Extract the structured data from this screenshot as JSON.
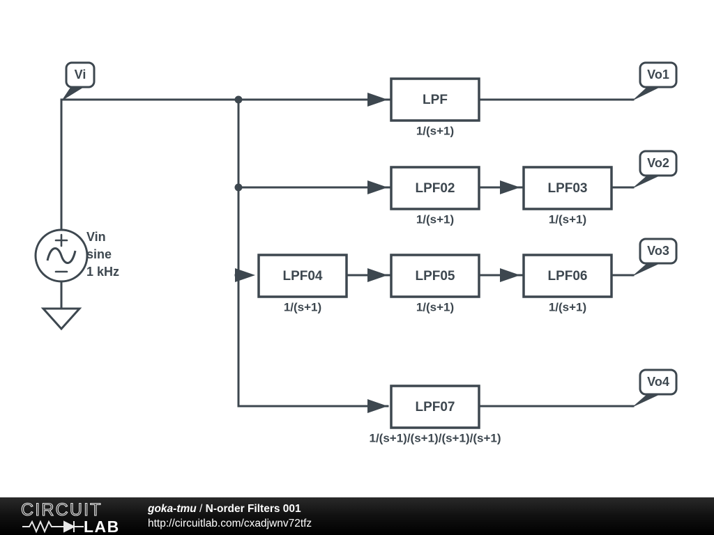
{
  "diagram": {
    "type": "block-diagram",
    "source": {
      "name": "Vin",
      "waveform": "sine",
      "frequency": "1 kHz",
      "symbol": "ac-voltage-source",
      "plus": "+",
      "minus": "–"
    },
    "ground": {
      "symbol": "ground"
    },
    "input_node": {
      "label": "Vi"
    },
    "output_nodes": [
      {
        "label": "Vo1"
      },
      {
        "label": "Vo2"
      },
      {
        "label": "Vo3"
      },
      {
        "label": "Vo4"
      }
    ],
    "chains": [
      {
        "output": "Vo1",
        "blocks": [
          {
            "name": "LPF",
            "transfer": "1/(s+1)"
          }
        ]
      },
      {
        "output": "Vo2",
        "blocks": [
          {
            "name": "LPF02",
            "transfer": "1/(s+1)"
          },
          {
            "name": "LPF03",
            "transfer": "1/(s+1)"
          }
        ]
      },
      {
        "output": "Vo3",
        "blocks": [
          {
            "name": "LPF04",
            "transfer": "1/(s+1)"
          },
          {
            "name": "LPF05",
            "transfer": "1/(s+1)"
          },
          {
            "name": "LPF06",
            "transfer": "1/(s+1)"
          }
        ]
      },
      {
        "output": "Vo4",
        "blocks": [
          {
            "name": "LPF07",
            "transfer": "1/(s+1)/(s+1)/(s+1)/(s+1)"
          }
        ]
      }
    ],
    "colors": {
      "stroke": "#3d474f",
      "background": "#ffffff",
      "footer_background": "#000000",
      "footer_text": "#ffffff"
    }
  },
  "footer": {
    "logo_word1": "CIRCUIT",
    "logo_word2": "LAB",
    "author": "goka-tmu",
    "separator": " / ",
    "title": "N-order Filters 001",
    "url": "http://circuitlab.com/cxadjwnv72tfz"
  }
}
